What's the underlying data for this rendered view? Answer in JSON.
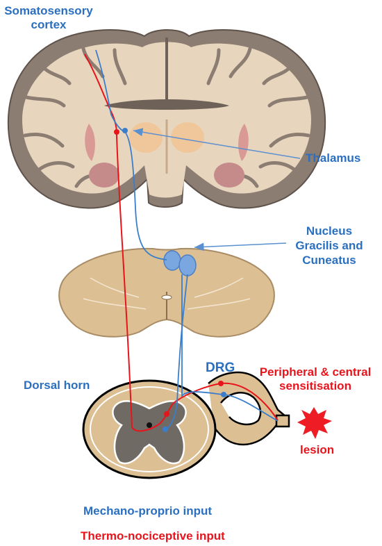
{
  "labels": {
    "cortex_line1": "Somatosensory",
    "cortex_line2": "cortex",
    "thalamus": "Thalamus",
    "nucleus_line1": "Nucleus",
    "nucleus_line2": "Gracilis and",
    "nucleus_line3": "Cuneatus",
    "drg": "DRG",
    "dorsal_horn": "Dorsal horn",
    "sensitisation_line1": "Peripheral & central",
    "sensitisation_line2": "sensitisation",
    "lesion": "lesion",
    "legend_mechano": "Mechano-proprio input",
    "legend_thermo": "Thermo-nociceptive input"
  },
  "colors": {
    "mechano_pathway": "#3a7ecb",
    "thermo_pathway": "#e8141c",
    "label_blue": "#2a6fc0",
    "label_red": "#e8141c",
    "brain_tissue": "#e8d5bd",
    "brain_outline": "#8a7b70",
    "brainstem": "#dcbf93",
    "spinal_gray": "#6f6a63",
    "lesion_star": "#ee1c24"
  }
}
